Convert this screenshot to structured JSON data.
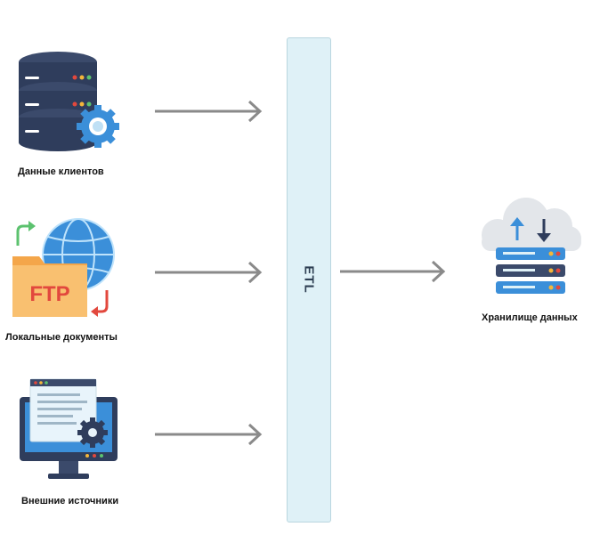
{
  "diagram": {
    "sources": [
      {
        "label": "Данные клиентов",
        "icon": "database-gear-icon"
      },
      {
        "label": "Локальные документы",
        "icon": "ftp-folder-globe-icon",
        "icon_text": "FTP"
      },
      {
        "label": "Внешние источники",
        "icon": "monitor-settings-icon"
      }
    ],
    "process": {
      "label": "ETL"
    },
    "target": {
      "label": "Хранилище данных",
      "icon": "cloud-server-icon"
    }
  },
  "colors": {
    "arrow": "#8a8a8a",
    "etl_fill": "#dff1f7",
    "db_dark": "#2f3d5c",
    "gear_blue": "#3b8fd9",
    "ftp_orange": "#f4a64a",
    "ftp_text": "#e2483d"
  }
}
